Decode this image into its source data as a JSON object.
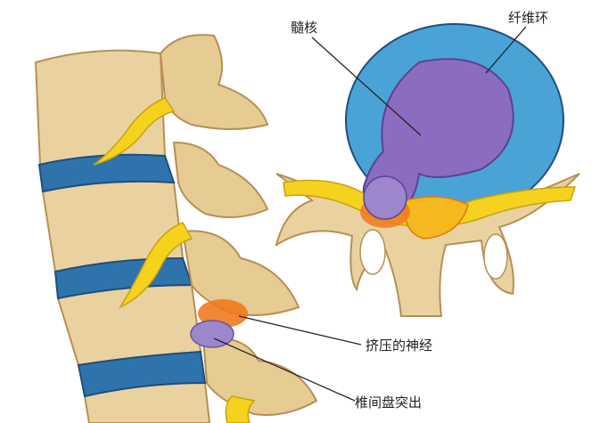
{
  "labels": {
    "nucleus_pulposus": "髓核",
    "annulus_fibrosus": "纤维环",
    "compressed_nerve": "挤压的神经",
    "disc_herniation": "椎间盘突出"
  },
  "colors": {
    "bone": "#e9d2a0",
    "bone_shadow": "#c9a46a",
    "disc_blue": "#2f73ad",
    "annulus_light": "#4aa3d6",
    "nucleus_purple": "#8a6cc0",
    "nerve_yellow": "#f5d21e",
    "inflamed_orange": "#f07a1e"
  }
}
